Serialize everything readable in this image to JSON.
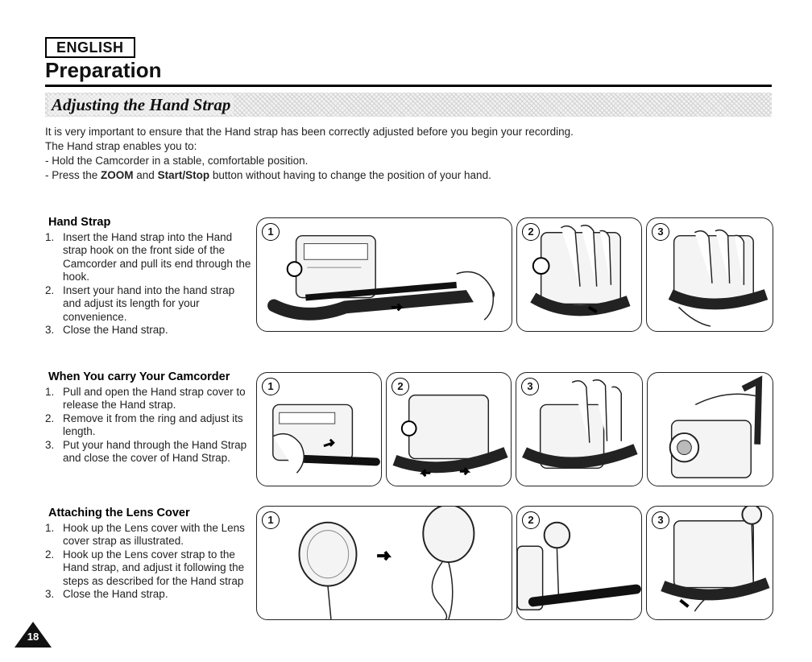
{
  "header": {
    "language": "ENGLISH",
    "title": "Preparation"
  },
  "section": {
    "title": "Adjusting the Hand Strap"
  },
  "intro": {
    "line1": "It is very important to ensure that the Hand strap has been correctly adjusted before you begin your recording.",
    "line2": "The Hand strap enables you to:",
    "bullet1": "- Hold the Camcorder in a stable, comfortable position.",
    "bullet2_a": "- Press the ",
    "bullet2_zoom": "ZOOM",
    "bullet2_and": " and ",
    "bullet2_start": "Start/Stop",
    "bullet2_b": " button without having to change the position of your hand."
  },
  "hand_strap": {
    "heading": "Hand Strap",
    "steps": [
      {
        "num": "1.",
        "text": "Insert the Hand strap into the Hand strap hook on the front side of the Camcorder and pull its end through the hook."
      },
      {
        "num": "2.",
        "text": "Insert your hand into the hand strap and adjust its length for your convenience."
      },
      {
        "num": "3.",
        "text": "Close the Hand strap."
      }
    ]
  },
  "carry": {
    "heading": "When You carry Your Camcorder",
    "steps": [
      {
        "num": "1.",
        "text": "Pull and open the Hand strap cover to release the Hand strap."
      },
      {
        "num": "2.",
        "text": "Remove it from the ring and adjust its length."
      },
      {
        "num": "3.",
        "text": "Put your hand through the Hand Strap and close the cover of Hand Strap."
      }
    ]
  },
  "lens": {
    "heading": "Attaching the Lens Cover",
    "steps": [
      {
        "num": "1.",
        "text": "Hook up the Lens cover with the Lens cover strap as illustrated."
      },
      {
        "num": "2.",
        "text": "Hook up the Lens cover strap to the Hand strap, and adjust it following the steps as described for the Hand strap"
      },
      {
        "num": "3.",
        "text": "Close the Hand strap."
      }
    ]
  },
  "figures": {
    "row1": [
      "1",
      "2",
      "3"
    ],
    "row2": [
      "1",
      "2",
      "3"
    ],
    "row3": [
      "1",
      "2",
      "3"
    ]
  },
  "footer": {
    "page_number": "18"
  }
}
